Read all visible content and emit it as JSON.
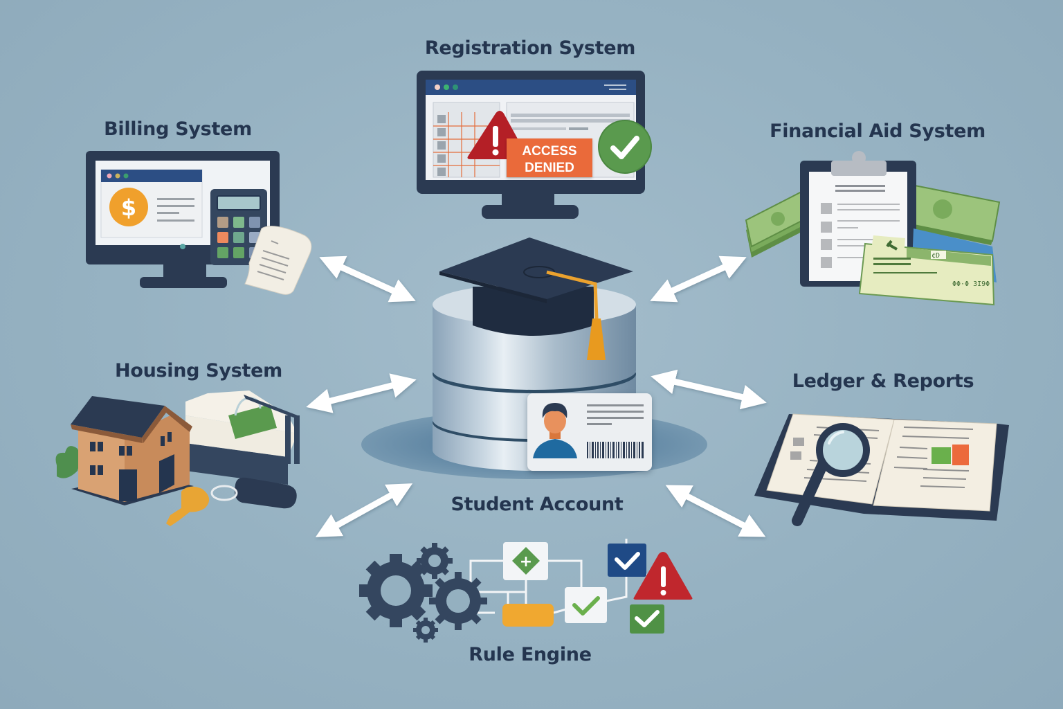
{
  "diagram": {
    "center": {
      "label": "Student Account",
      "icons": [
        "database-icon",
        "graduation-cap-icon",
        "student-id-card-icon"
      ]
    },
    "nodes": [
      {
        "id": "registration",
        "label": "Registration System",
        "icons": [
          "monitor-icon",
          "warning-icon",
          "check-circle-icon"
        ],
        "badge": {
          "line1": "ACCESS",
          "line2": "DENIED"
        }
      },
      {
        "id": "billing",
        "label": "Billing System",
        "icons": [
          "monitor-icon",
          "dollar-coin-icon",
          "calculator-icon",
          "receipt-icon"
        ]
      },
      {
        "id": "financial_aid",
        "label": "Financial Aid System",
        "icons": [
          "clipboard-icon",
          "cash-stack-icon",
          "cheque-icon"
        ],
        "cheque_text": {
          "top": "¢D",
          "bottom": "ΦΦ·Φ 3Ι9Φ"
        }
      },
      {
        "id": "housing",
        "label": "Housing System",
        "icons": [
          "house-icon",
          "bed-icon",
          "key-icon"
        ]
      },
      {
        "id": "ledger",
        "label": "Ledger & Reports",
        "icons": [
          "open-book-icon",
          "magnifier-icon"
        ]
      },
      {
        "id": "rule_engine",
        "label": "Rule Engine",
        "icons": [
          "gears-icon",
          "flowchart-icon",
          "check-icon",
          "warning-icon"
        ]
      }
    ],
    "connections": [
      {
        "from": "billing",
        "to": "center",
        "type": "bidirectional"
      },
      {
        "from": "financial_aid",
        "to": "center",
        "type": "bidirectional"
      },
      {
        "from": "housing",
        "to": "center",
        "type": "bidirectional"
      },
      {
        "from": "ledger",
        "to": "center",
        "type": "bidirectional"
      },
      {
        "from": "rule_engine",
        "to": "center",
        "type": "bidirectional",
        "side": "left"
      },
      {
        "from": "rule_engine",
        "to": "center",
        "type": "bidirectional",
        "side": "right"
      }
    ],
    "colors": {
      "background": "#96b2c2",
      "label_text": "#24354f",
      "dark_navy": "#2b3a52",
      "arrow": "#ffffff",
      "alert_red": "#c0272d",
      "denied_orange": "#ea6a3a",
      "success_green": "#5a9a4e",
      "accent_gold": "#eba22e"
    }
  }
}
